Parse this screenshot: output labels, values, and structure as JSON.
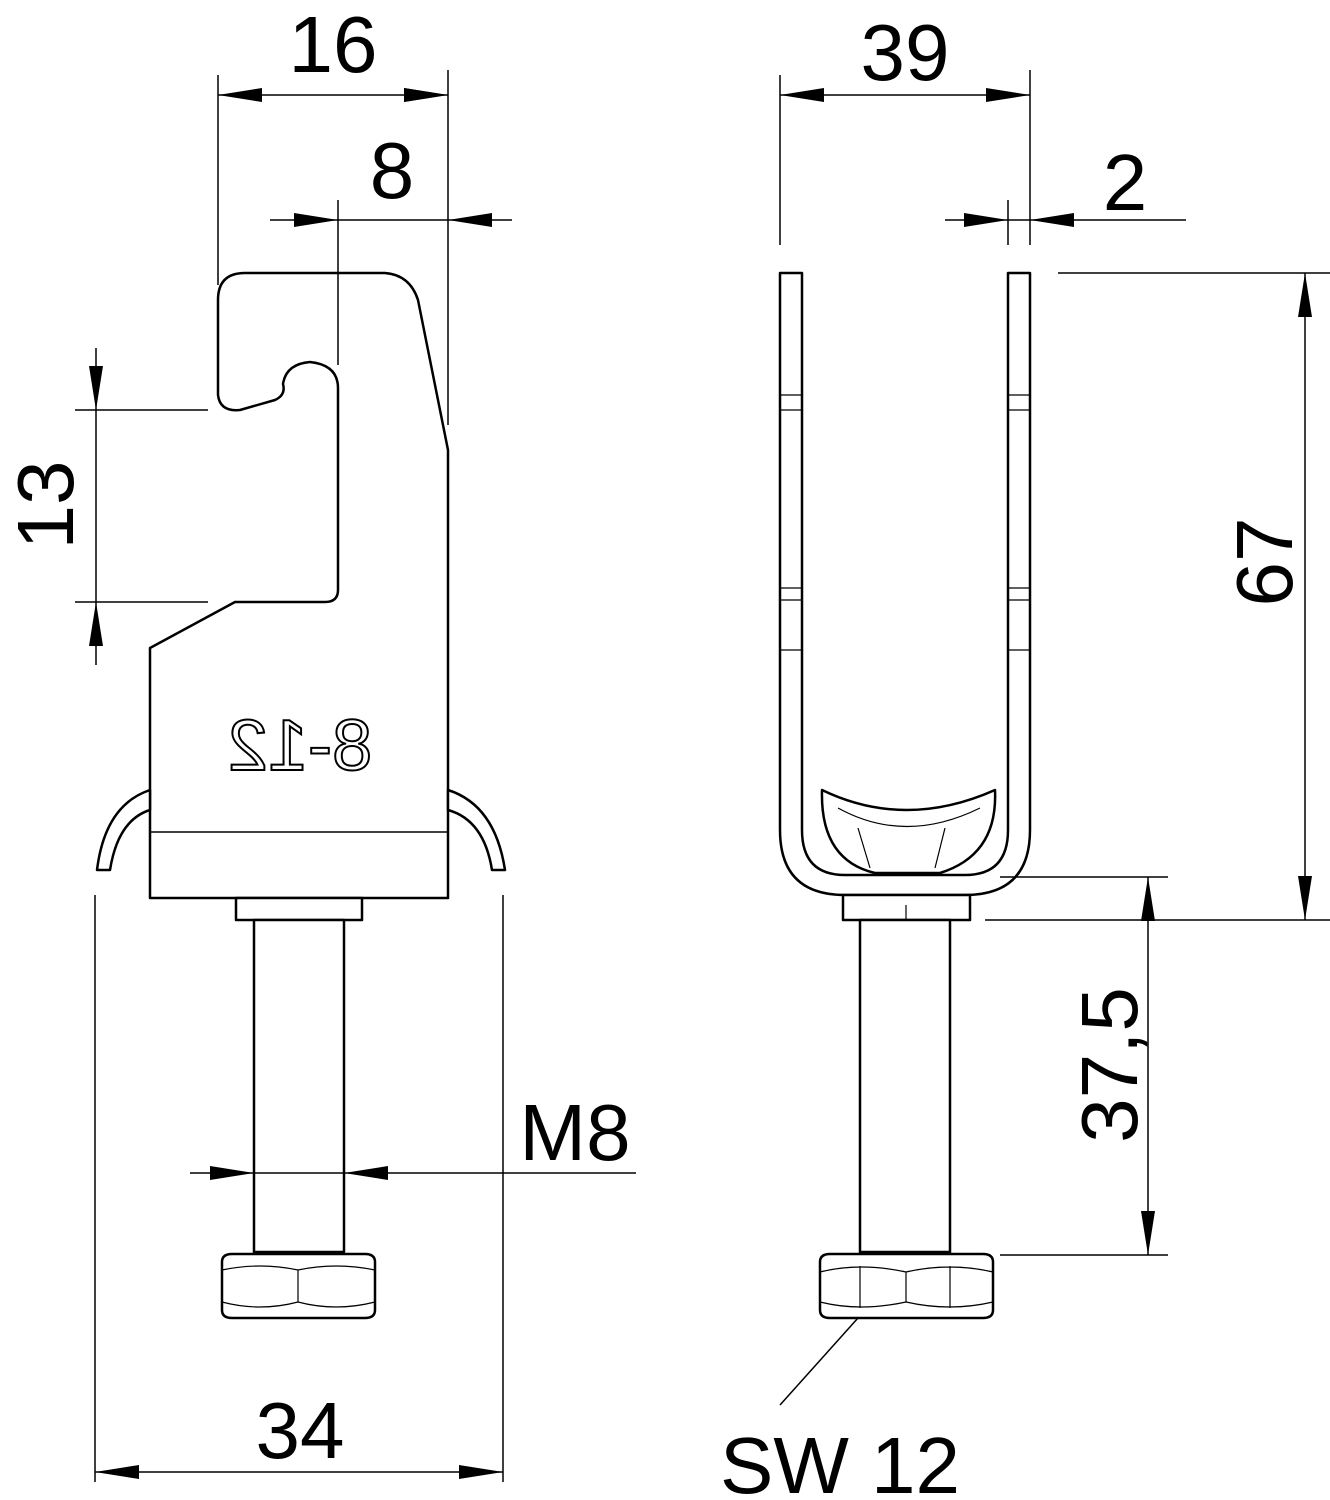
{
  "dimensions": {
    "side_width": "16",
    "hook_offset": "8",
    "hook_opening": "13",
    "overall_width": "34",
    "thread": "M8",
    "front_width": "39",
    "wall_thickness": "2",
    "height": "67",
    "bolt_length": "37,5",
    "wrench_size": "SW 12"
  },
  "marking": "8-12"
}
